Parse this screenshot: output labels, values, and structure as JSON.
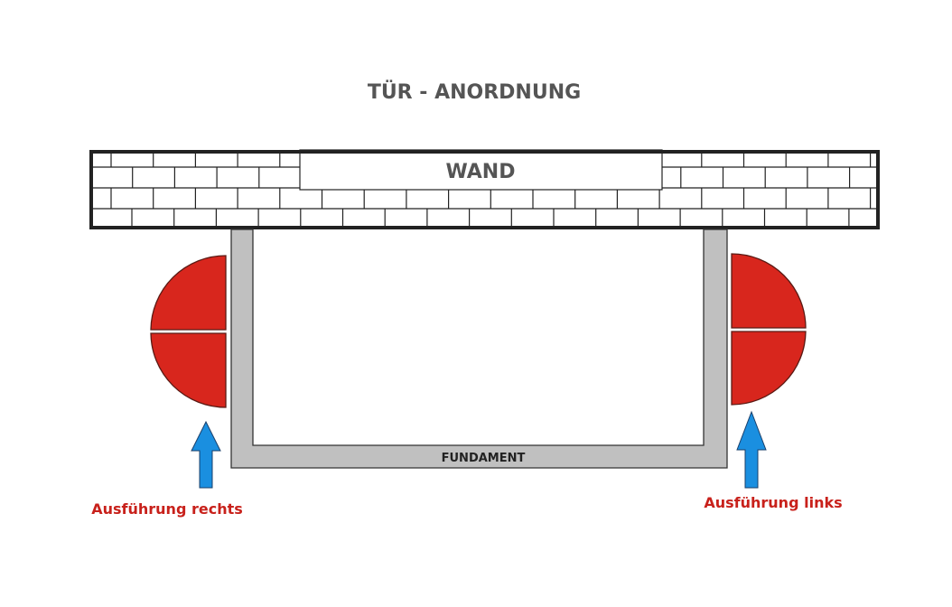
{
  "title": "TÜR - ANORDNUNG",
  "wall_label": "WAND",
  "foundation_label": "FUNDAMENT",
  "left_label": "Ausführung rechts",
  "right_label": "Ausführung links",
  "colors": {
    "door": "#d8261d",
    "arrow": "#1a8fe0",
    "foundation": "#c0c0c0",
    "label": "#c8211b"
  }
}
